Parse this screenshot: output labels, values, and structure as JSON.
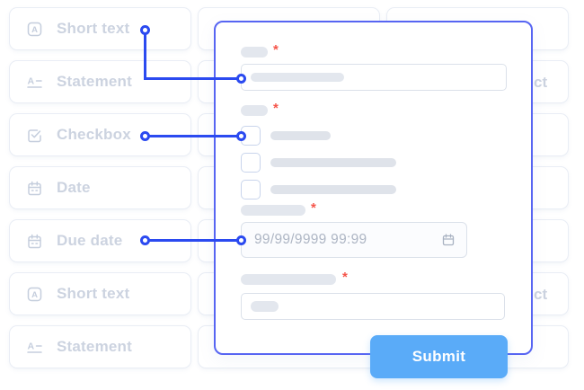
{
  "colors": {
    "connector_blue": "#2b4af0",
    "modal_border_blue": "#5765f2",
    "submit_blue": "#5aabf8",
    "required_red": "#f5554a",
    "card_text_gray": "#ccd3e0"
  },
  "field_type_cards": {
    "items": [
      {
        "label": "Short text",
        "icon": "short-text-icon",
        "connected_to_form": true
      },
      {
        "label": "Statement",
        "icon": "statement-icon",
        "connected_to_form": false
      },
      {
        "label": "Checkbox",
        "icon": "checkbox-icon",
        "connected_to_form": true
      },
      {
        "label": "Date",
        "icon": "calendar-icon",
        "connected_to_form": false
      },
      {
        "label": "Due date",
        "icon": "calendar-icon",
        "connected_to_form": true
      },
      {
        "label": "Short text",
        "icon": "short-text-icon",
        "connected_to_form": false
      },
      {
        "label": "Statement",
        "icon": "statement-icon",
        "connected_to_form": false
      }
    ]
  },
  "background_cards": {
    "right_column_visible_fragments": {
      "row2": "ct",
      "row6": "ct"
    }
  },
  "form_preview": {
    "required_marker": "*",
    "short_text_field": {
      "required": true
    },
    "checkbox_field": {
      "required": true,
      "option_count": 3
    },
    "due_date_field": {
      "required": true,
      "input_placeholder": "99/99/9999 99:99"
    },
    "second_short_text_field": {
      "required": true
    },
    "submit_button_label": "Submit"
  }
}
